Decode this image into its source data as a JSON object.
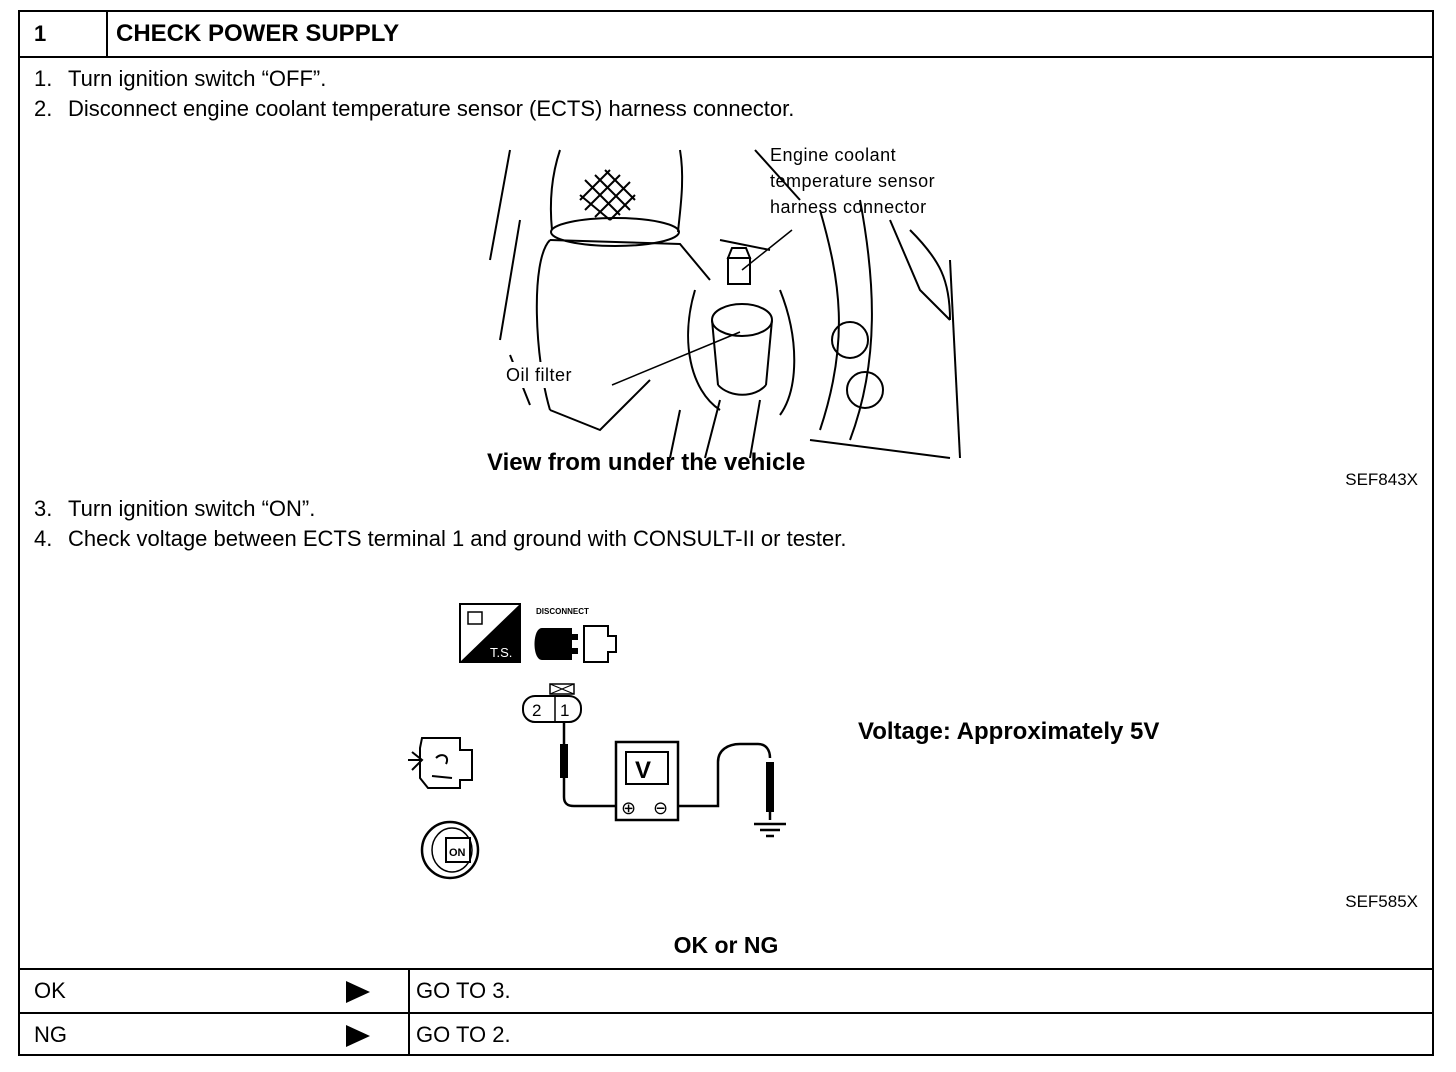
{
  "step": {
    "number": "1",
    "title": "CHECK POWER SUPPLY"
  },
  "instructions_a": [
    {
      "num": "1.",
      "text": "Turn ignition switch “OFF”."
    },
    {
      "num": "2.",
      "text": "Disconnect engine coolant temperature sensor (ECTS) harness connector."
    }
  ],
  "figure1": {
    "label_connector": [
      "Engine coolant",
      "temperature sensor",
      "harness connector"
    ],
    "label_filter": "Oil filter",
    "caption": "View from under the vehicle",
    "id": "SEF843X"
  },
  "instructions_b": [
    {
      "num": "3.",
      "text": "Turn ignition switch “ON”."
    },
    {
      "num": "4.",
      "text": "Check voltage between ECTS terminal 1 and ground with CONSULT-II or tester."
    }
  ],
  "figure2": {
    "ts_label": "T.S.",
    "disconnect_label": "DISCONNECT",
    "pin2": "2",
    "pin1": "1",
    "meter_label": "V",
    "plus": "⊕",
    "minus": "⊖",
    "key_label": "ON",
    "voltage": "Voltage: Approximately 5V",
    "id": "SEF585X"
  },
  "result_header": "OK or NG",
  "results": [
    {
      "label": "OK",
      "action": "GO TO 3."
    },
    {
      "label": "NG",
      "action": "GO TO 2."
    }
  ]
}
